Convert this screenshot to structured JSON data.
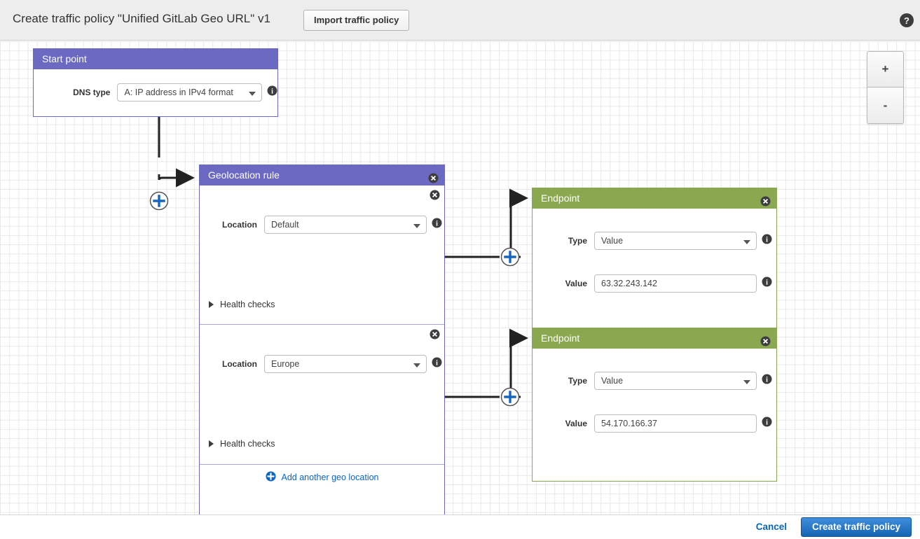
{
  "header": {
    "title": "Create traffic policy \"Unified GitLab Geo URL\" v1",
    "import_label": "Import traffic policy",
    "help_icon": "help-circle-icon"
  },
  "canvas": {
    "zoom": {
      "in_label": "+",
      "out_label": "-"
    },
    "connector_icon": "plus-circle-icon",
    "colors": {
      "rule_header": "#6b69c2",
      "endpoint_header": "#8aa850",
      "link_blue": "#0a64c2",
      "primary_button": "#1464b4",
      "edge": "#222222"
    }
  },
  "start_point": {
    "title": "Start point",
    "dns_type": {
      "label": "DNS type",
      "value": "A: IP address in IPv4 format",
      "info_icon": "info-circle-icon"
    }
  },
  "geolocation_rule": {
    "title": "Geolocation rule",
    "close_icon": "close-circle-icon",
    "add_another_label": "Add another geo location",
    "add_another_icon": "plus-circle-filled-icon",
    "locations": [
      {
        "label": "Location",
        "value": "Default",
        "health_checks_label": "Health checks",
        "info_icon": "info-circle-icon",
        "close_icon": "close-circle-icon"
      },
      {
        "label": "Location",
        "value": "Europe",
        "health_checks_label": "Health checks",
        "info_icon": "info-circle-icon",
        "close_icon": "close-circle-icon"
      }
    ]
  },
  "endpoints": [
    {
      "title": "Endpoint",
      "close_icon": "close-circle-icon",
      "type": {
        "label": "Type",
        "value": "Value",
        "info_icon": "info-circle-icon"
      },
      "value": {
        "label": "Value",
        "value": "63.32.243.142",
        "info_icon": "info-circle-icon"
      }
    },
    {
      "title": "Endpoint",
      "close_icon": "close-circle-icon",
      "type": {
        "label": "Type",
        "value": "Value",
        "info_icon": "info-circle-icon"
      },
      "value": {
        "label": "Value",
        "value": "54.170.166.37",
        "info_icon": "info-circle-icon"
      }
    }
  ],
  "footer": {
    "cancel_label": "Cancel",
    "create_label": "Create traffic policy"
  }
}
